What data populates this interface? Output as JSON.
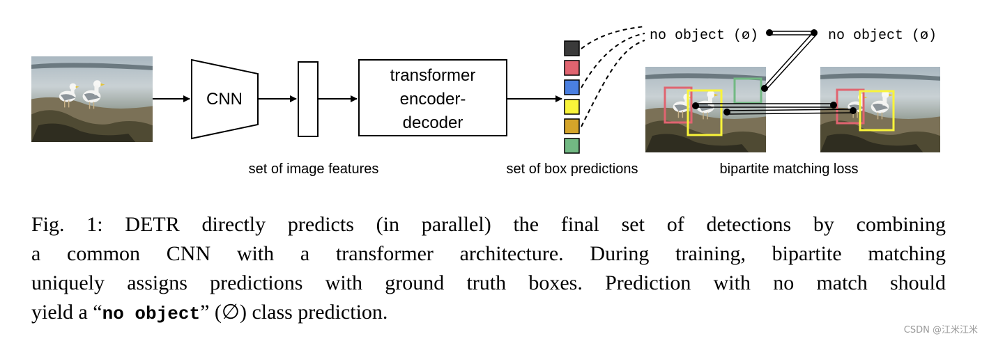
{
  "figure": {
    "cnn_label": "CNN",
    "transformer_label_lines": [
      "transformer",
      "encoder-",
      "decoder"
    ],
    "features_caption": "set of image features",
    "predictions_caption": "set of box predictions",
    "loss_caption": "bipartite matching loss",
    "no_object_left": "no object (ø)",
    "no_object_right": "no object (ø)",
    "prediction_colors": [
      "#3a3a3a",
      "#e06470",
      "#4a7fe0",
      "#f9f43a",
      "#d4a42a",
      "#72b983"
    ]
  },
  "caption": {
    "line1": "Fig. 1: DETR directly predicts (in parallel) the final set of detections by combining",
    "line2": "a common CNN with a transformer architecture. During training, bipartite matching",
    "line3": "uniquely assigns predictions with ground truth boxes. Prediction with no match should",
    "line4_pre": "yield a “",
    "line4_code": "no object",
    "line4_post": "” (∅) class prediction."
  },
  "watermark": "CSDN @江米江米"
}
